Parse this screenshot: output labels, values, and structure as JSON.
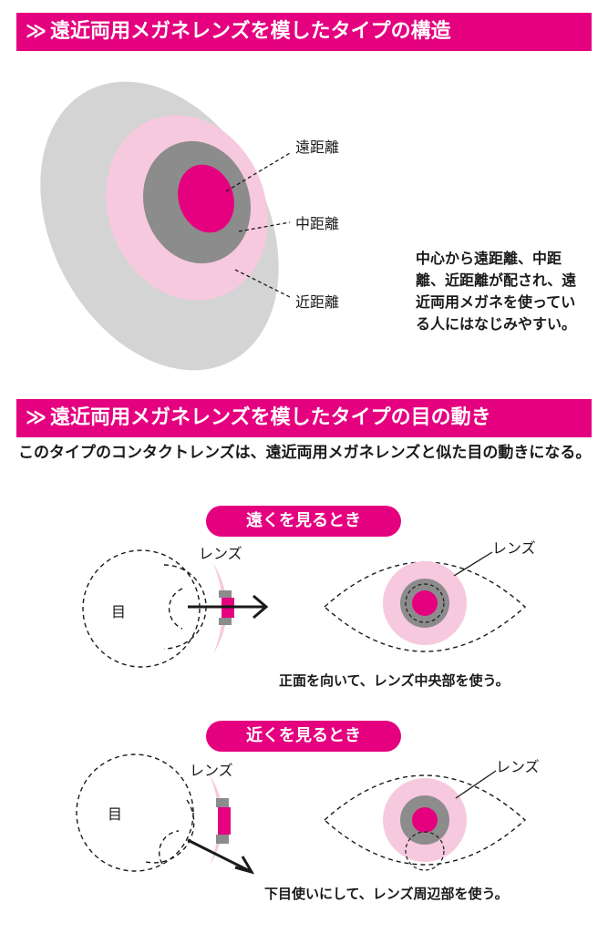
{
  "section1": {
    "marker": "≫",
    "title": "遠近両用メガネレンズを模したタイプの構造",
    "labels": {
      "far": "遠距離",
      "mid": "中距離",
      "near": "近距離"
    },
    "note": "中心から遠距離、中距離、近距離が配され、遠近両用メガネを使っている人にはなじみやすい。"
  },
  "section2": {
    "marker": "≫",
    "title": "遠近両用メガネレンズを模したタイプの目の動き",
    "intro": "このタイプのコンタクトレンズは、遠近両用メガネレンズと似た目の動きになる。"
  },
  "panel_far": {
    "title": "遠くを見るとき",
    "eye_label": "目",
    "lens_label": "レンズ",
    "lens_label_right": "レンズ",
    "caption": "正面を向いて、レンズ中央部を使う。"
  },
  "panel_near": {
    "title": "近くを見るとき",
    "eye_label": "目",
    "lens_label": "レンズ",
    "lens_label_right": "レンズ",
    "caption": "下目使いにして、レンズ周辺部を使う。"
  },
  "colors": {
    "magenta": "#e4007f",
    "pink": "#f7c9de",
    "gray_light": "#d4d4d4",
    "gray_dark": "#8c8c8c",
    "panel_border": "#f5c6da"
  }
}
